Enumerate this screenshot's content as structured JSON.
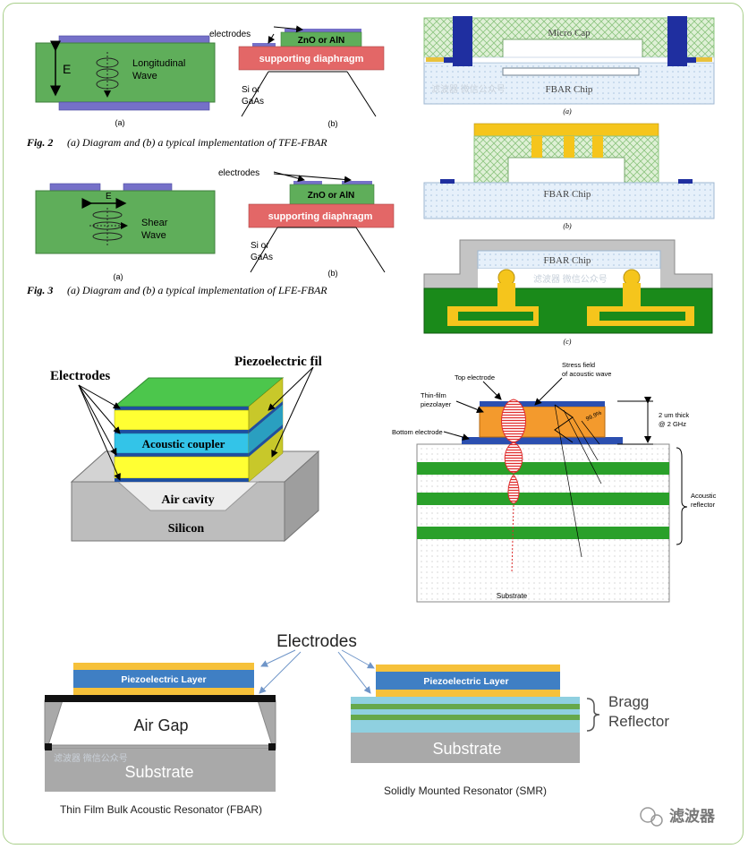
{
  "tfe": {
    "electrodes": "electrodes",
    "zno": "ZnO or AlN",
    "diaphragm": "supporting diaphragm",
    "substrate_line1": "Si or",
    "substrate_line2": "GaAs",
    "e_label": "E",
    "wave_line1": "Longitudinal",
    "wave_line2": "Wave",
    "label_a": "(a)",
    "label_b": "(b)",
    "caption_fig": "Fig. 2",
    "caption_text": "(a) Diagram and (b) a typical implementation of TFE-FBAR"
  },
  "lfe": {
    "electrodes": "electrodes",
    "zno": "ZnO or AlN",
    "diaphragm": "supporting diaphragm",
    "substrate_line1": "Si or",
    "substrate_line2": "GaAs",
    "e_label": "E",
    "wave_line1": "Shear",
    "wave_line2": "Wave",
    "label_a": "(a)",
    "label_b": "(b)",
    "caption_fig": "Fig. 3",
    "caption_text": "(a) Diagram and (b) a typical implementation of LFE-FBAR"
  },
  "pkg": {
    "micro_cap": "Micro Cap",
    "chip_a": "FBAR Chip",
    "chip_b": "FBAR Chip",
    "chip_c": "FBAR Chip",
    "label_a": "(a)",
    "label_b": "(b)",
    "label_c": "(c)",
    "watermark": "滤波器 微信公众号"
  },
  "cross": {
    "electrodes": "Electrodes",
    "piezo": "Piezoelectric fil",
    "coupler": "Acoustic coupler",
    "cavity": "Air cavity",
    "silicon": "Silicon"
  },
  "smr_detail": {
    "top_electrode": "Top electrode",
    "thin_film_1": "Thin-film",
    "thin_film_2": "piezolayer",
    "bottom_electrode": "Bottom electrode",
    "stress_1": "Stress field",
    "stress_2": "of acoustic wave",
    "thick_1": "2 um thick",
    "thick_2": "@ 2 GHz",
    "reflector_1": "Acoustic",
    "reflector_2": "reflector",
    "substrate": "Substrate",
    "pct": "99.9%"
  },
  "compare": {
    "electrodes": "Electrodes",
    "piezo_left": "Piezoelectric Layer",
    "piezo_right": "Piezoelectric Layer",
    "air_gap": "Air Gap",
    "substrate_left": "Substrate",
    "substrate_right": "Substrate",
    "bragg_1": "Bragg",
    "bragg_2": "Reflector",
    "fbar_caption": "Thin Film Bulk Acoustic Resonator (FBAR)",
    "smr_caption": "Solidly Mounted Resonator (SMR)",
    "watermark": "滤波器 微信公众号"
  },
  "brand": {
    "name": "滤波器"
  }
}
